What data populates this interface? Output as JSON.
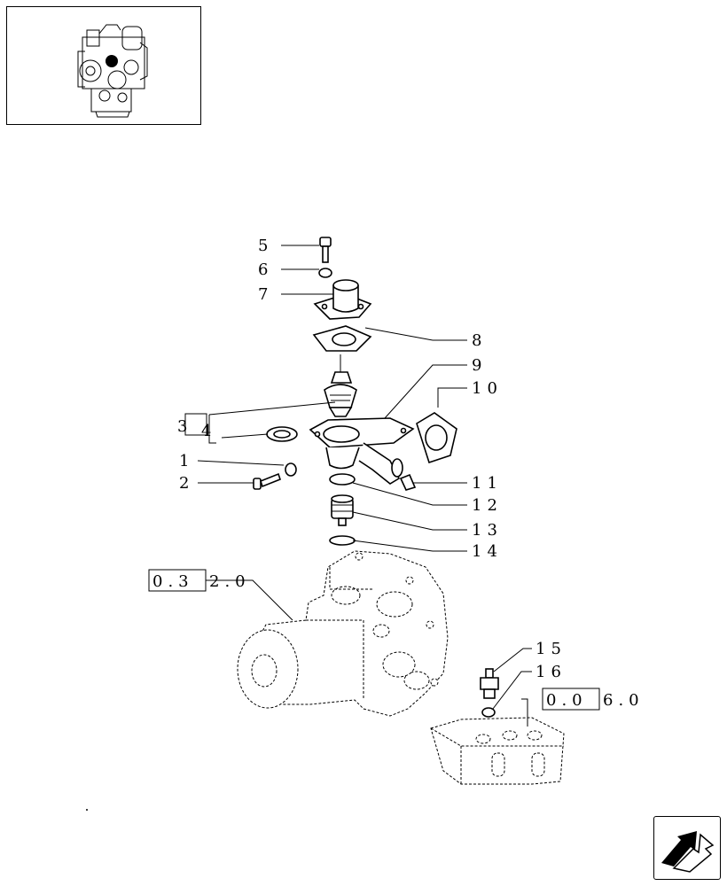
{
  "callouts": [
    {
      "id": "c5",
      "text": "5"
    },
    {
      "id": "c6",
      "text": "6"
    },
    {
      "id": "c7",
      "text": "7"
    },
    {
      "id": "c8",
      "text": "8"
    },
    {
      "id": "c9",
      "text": "9"
    },
    {
      "id": "c10",
      "text": "10"
    },
    {
      "id": "c3",
      "text": "3"
    },
    {
      "id": "c4",
      "text": "4"
    },
    {
      "id": "c1",
      "text": "1"
    },
    {
      "id": "c2",
      "text": "2"
    },
    {
      "id": "c11",
      "text": "11"
    },
    {
      "id": "c12",
      "text": "12"
    },
    {
      "id": "c13",
      "text": "13"
    },
    {
      "id": "c14",
      "text": "14"
    },
    {
      "id": "c15",
      "text": "15"
    },
    {
      "id": "c16",
      "text": "16"
    }
  ],
  "references": {
    "ref1": {
      "boxed": "0.3",
      "rest": "2.0"
    },
    "ref2": {
      "boxed": "0.0",
      "rest": "6.0"
    }
  },
  "icons": {
    "engine_thumbnail": "engine-thumbnail-icon",
    "next_page": "arrow-next-icon"
  }
}
